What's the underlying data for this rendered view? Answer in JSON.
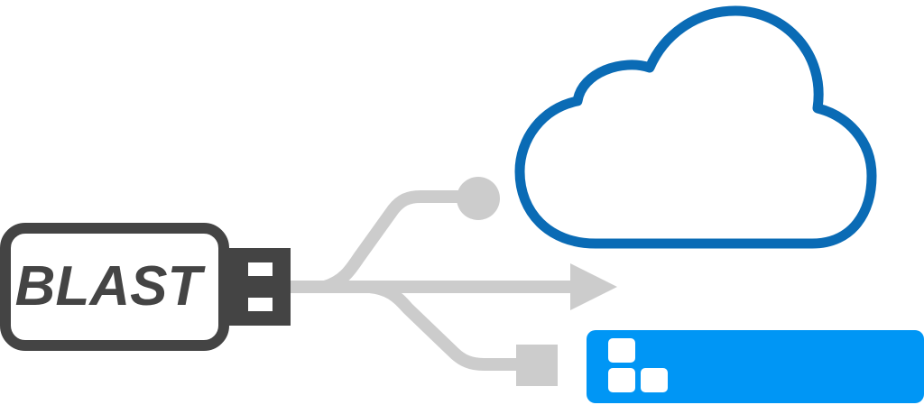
{
  "usb_drive": {
    "label": "BLAST",
    "color": "#444444"
  },
  "usb_symbol": {
    "color": "#cccccc",
    "branches": [
      "circle-terminal",
      "arrow-terminal",
      "square-terminal"
    ]
  },
  "cloud": {
    "icon": "cloud-icon",
    "stroke_color": "#0a6bb5"
  },
  "storage_bar": {
    "icon": "blocks-icon",
    "fill_color": "#0096f5",
    "block_color": "#ffffff"
  }
}
